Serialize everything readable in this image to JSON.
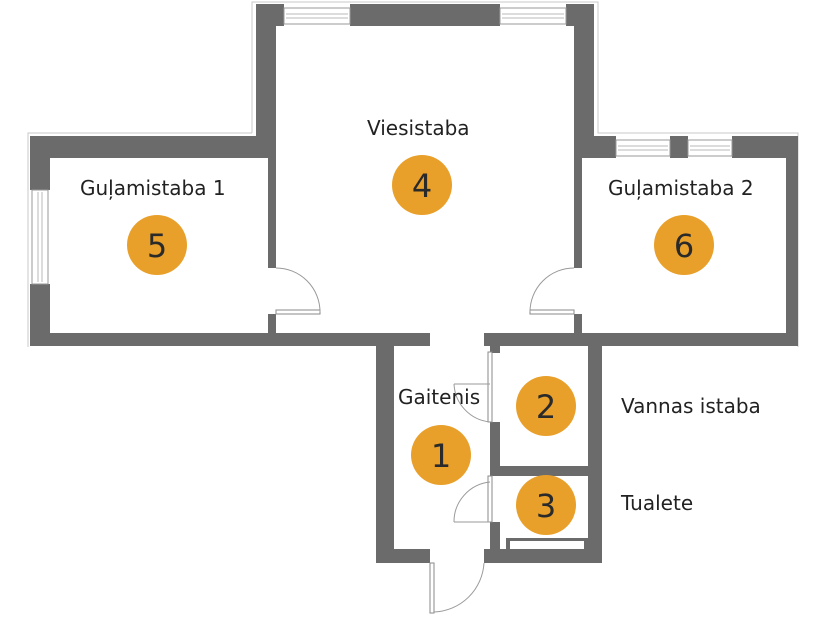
{
  "rooms": [
    {
      "id": "gaitenis",
      "label": "Gaitenis",
      "number": "1"
    },
    {
      "id": "vannas-istaba",
      "label": "Vannas istaba",
      "number": "2"
    },
    {
      "id": "tualete",
      "label": "Tualete",
      "number": "3"
    },
    {
      "id": "viesistaba",
      "label": "Viesistaba",
      "number": "4"
    },
    {
      "id": "gulamistaba-1",
      "label": "Guļamistaba 1",
      "number": "5"
    },
    {
      "id": "gulamistaba-2",
      "label": "Guļamistaba 2",
      "number": "6"
    }
  ],
  "colors": {
    "wall": "#6b6b6b",
    "marker": "#e8a02b",
    "background": "#ffffff"
  }
}
